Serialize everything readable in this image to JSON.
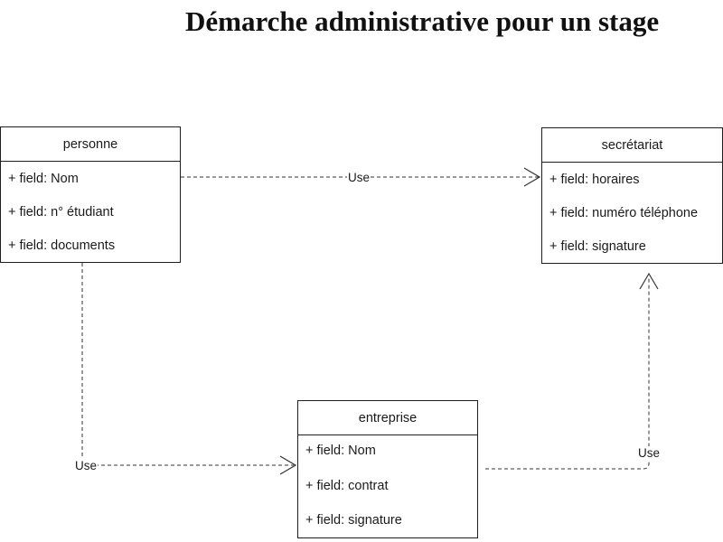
{
  "title": "Démarche administrative pour un stage",
  "classes": {
    "personne": {
      "name": "personne",
      "fields": [
        "+ field: Nom",
        "+ field: n° étudiant",
        "+ field: documents"
      ]
    },
    "secretariat": {
      "name": "secrétariat",
      "fields": [
        "+ field: horaires",
        "+ field: numéro téléphone",
        "+ field: signature"
      ]
    },
    "entreprise": {
      "name": "entreprise",
      "fields": [
        "+ field: Nom",
        "+ field: contrat",
        "+ field: signature"
      ]
    }
  },
  "relations": [
    {
      "from": "personne",
      "to": "secrétariat",
      "label": "Use",
      "style": "dashed",
      "arrow": "open"
    },
    {
      "from": "personne",
      "to": "entreprise",
      "label": "Use",
      "style": "dashed",
      "arrow": "open"
    },
    {
      "from": "entreprise",
      "to": "secrétariat",
      "label": "Use",
      "style": "dashed",
      "arrow": "open"
    }
  ],
  "colors": {
    "stroke": "#1f1f1f",
    "text": "#1a1a1a",
    "background": "#ffffff"
  }
}
